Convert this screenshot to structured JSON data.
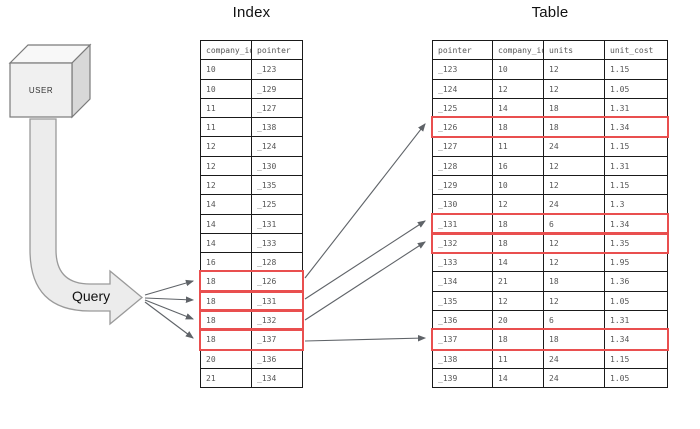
{
  "diagram": {
    "user_label": "USER",
    "query_label": "Query",
    "colors": {
      "highlight": "#e94f4f",
      "table_border": "#1a1a1a",
      "arrow": "#5f6368"
    },
    "index": {
      "title": "Index",
      "headers": [
        "company_id",
        "pointer"
      ],
      "rows": [
        [
          "10",
          "_123"
        ],
        [
          "10",
          "_129"
        ],
        [
          "11",
          "_127"
        ],
        [
          "11",
          "_138"
        ],
        [
          "12",
          "_124"
        ],
        [
          "12",
          "_130"
        ],
        [
          "12",
          "_135"
        ],
        [
          "14",
          "_125"
        ],
        [
          "14",
          "_131"
        ],
        [
          "14",
          "_133"
        ],
        [
          "16",
          "_128"
        ],
        [
          "18",
          "_126"
        ],
        [
          "18",
          "_131"
        ],
        [
          "18",
          "_132"
        ],
        [
          "18",
          "_137"
        ],
        [
          "20",
          "_136"
        ],
        [
          "21",
          "_134"
        ]
      ],
      "highlighted_rows": [
        11,
        12,
        13,
        14
      ]
    },
    "table": {
      "title": "Table",
      "headers": [
        "pointer",
        "company_id",
        "units",
        "unit_cost"
      ],
      "rows": [
        [
          "_123",
          "10",
          "12",
          "1.15"
        ],
        [
          "_124",
          "12",
          "12",
          "1.05"
        ],
        [
          "_125",
          "14",
          "18",
          "1.31"
        ],
        [
          "_126",
          "18",
          "18",
          "1.34"
        ],
        [
          "_127",
          "11",
          "24",
          "1.15"
        ],
        [
          "_128",
          "16",
          "12",
          "1.31"
        ],
        [
          "_129",
          "10",
          "12",
          "1.15"
        ],
        [
          "_130",
          "12",
          "24",
          "1.3"
        ],
        [
          "_131",
          "18",
          "6",
          "1.34"
        ],
        [
          "_132",
          "18",
          "12",
          "1.35"
        ],
        [
          "_133",
          "14",
          "12",
          "1.95"
        ],
        [
          "_134",
          "21",
          "18",
          "1.36"
        ],
        [
          "_135",
          "12",
          "12",
          "1.05"
        ],
        [
          "_136",
          "20",
          "6",
          "1.31"
        ],
        [
          "_137",
          "18",
          "18",
          "1.34"
        ],
        [
          "_138",
          "11",
          "24",
          "1.15"
        ],
        [
          "_139",
          "14",
          "24",
          "1.05"
        ]
      ],
      "highlighted_rows": [
        3,
        8,
        9,
        14
      ]
    }
  }
}
